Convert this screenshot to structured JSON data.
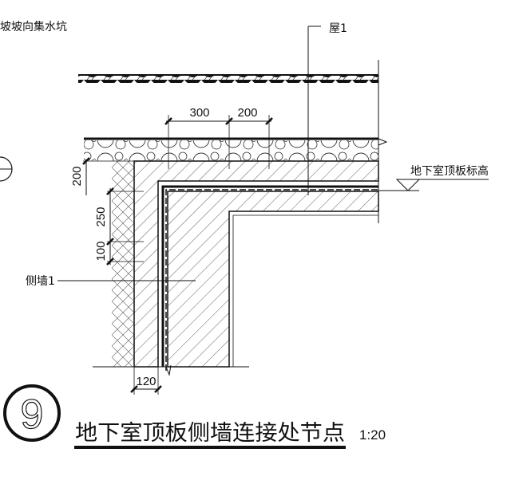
{
  "notes": {
    "slope_note": "坡坡向集水坑",
    "roof_label": "屋1",
    "slab_elevation_label": "地下室顶板标高",
    "side_wall_label": "侧墙1"
  },
  "dimensions": {
    "top": [
      "300",
      "200"
    ],
    "left": [
      "200",
      "250",
      "100"
    ],
    "bottom": "120"
  },
  "title": {
    "detail_number": "9",
    "text": "地下室顶板侧墙连接处节点",
    "scale": "1:20"
  }
}
